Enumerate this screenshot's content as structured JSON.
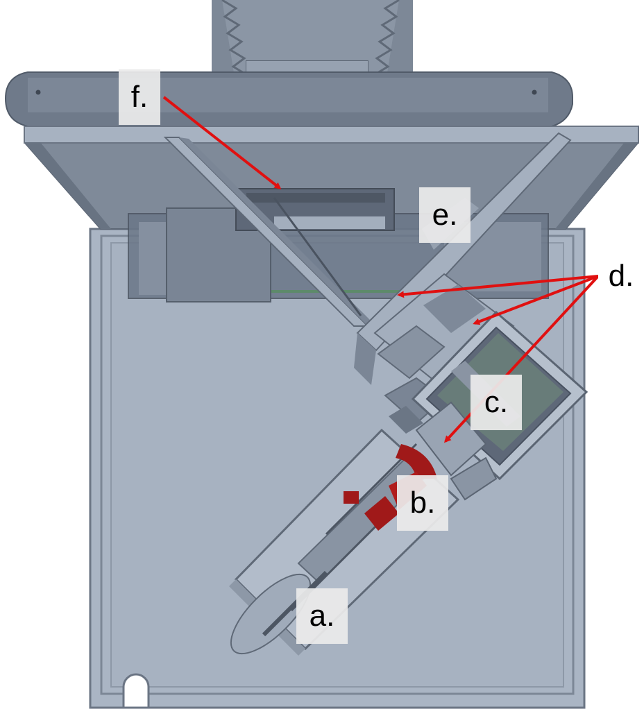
{
  "labels": {
    "a": "a.",
    "b": "b.",
    "c": "c.",
    "d": "d.",
    "e": "e.",
    "f": "f."
  },
  "colors": {
    "background": "#ffffff",
    "model_base": "#a9b4c3",
    "model_dark": "#7f8a99",
    "model_edge": "#5f6977",
    "highlight_part": "#a01919",
    "arrow": "#e01010",
    "label_box": "#ebebeb"
  }
}
